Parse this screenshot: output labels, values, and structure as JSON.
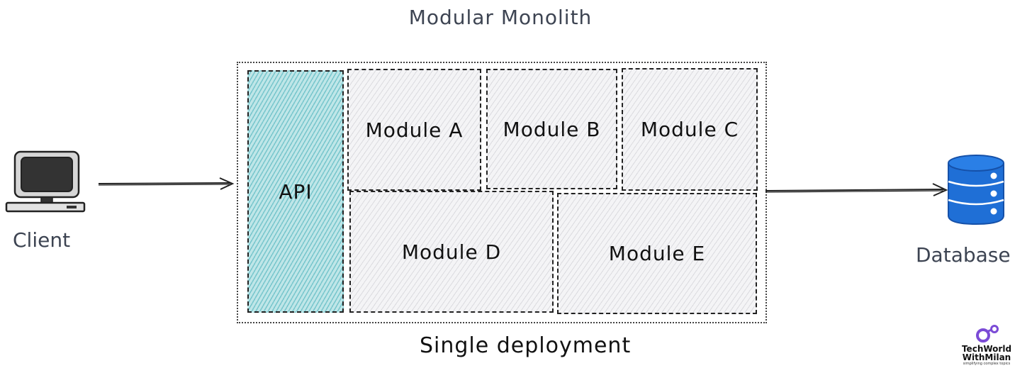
{
  "diagram": {
    "title": "Modular Monolith",
    "caption": "Single deployment",
    "client_label": "Client",
    "database_label": "Database",
    "api_label": "API",
    "modules": [
      {
        "label": "Module A"
      },
      {
        "label": "Module B"
      },
      {
        "label": "Module C"
      },
      {
        "label": "Module D"
      },
      {
        "label": "Module E"
      }
    ]
  },
  "logo": {
    "line1": "TechWorld",
    "line2": "WithMilan",
    "tagline": "simplifying complex topics",
    "color": "#7b4bd6"
  },
  "colors": {
    "api_fill": "#bfe6e8",
    "module_fill": "#f4f4f6",
    "database_blue": "#1f6fd6",
    "client_dark": "#333333"
  }
}
